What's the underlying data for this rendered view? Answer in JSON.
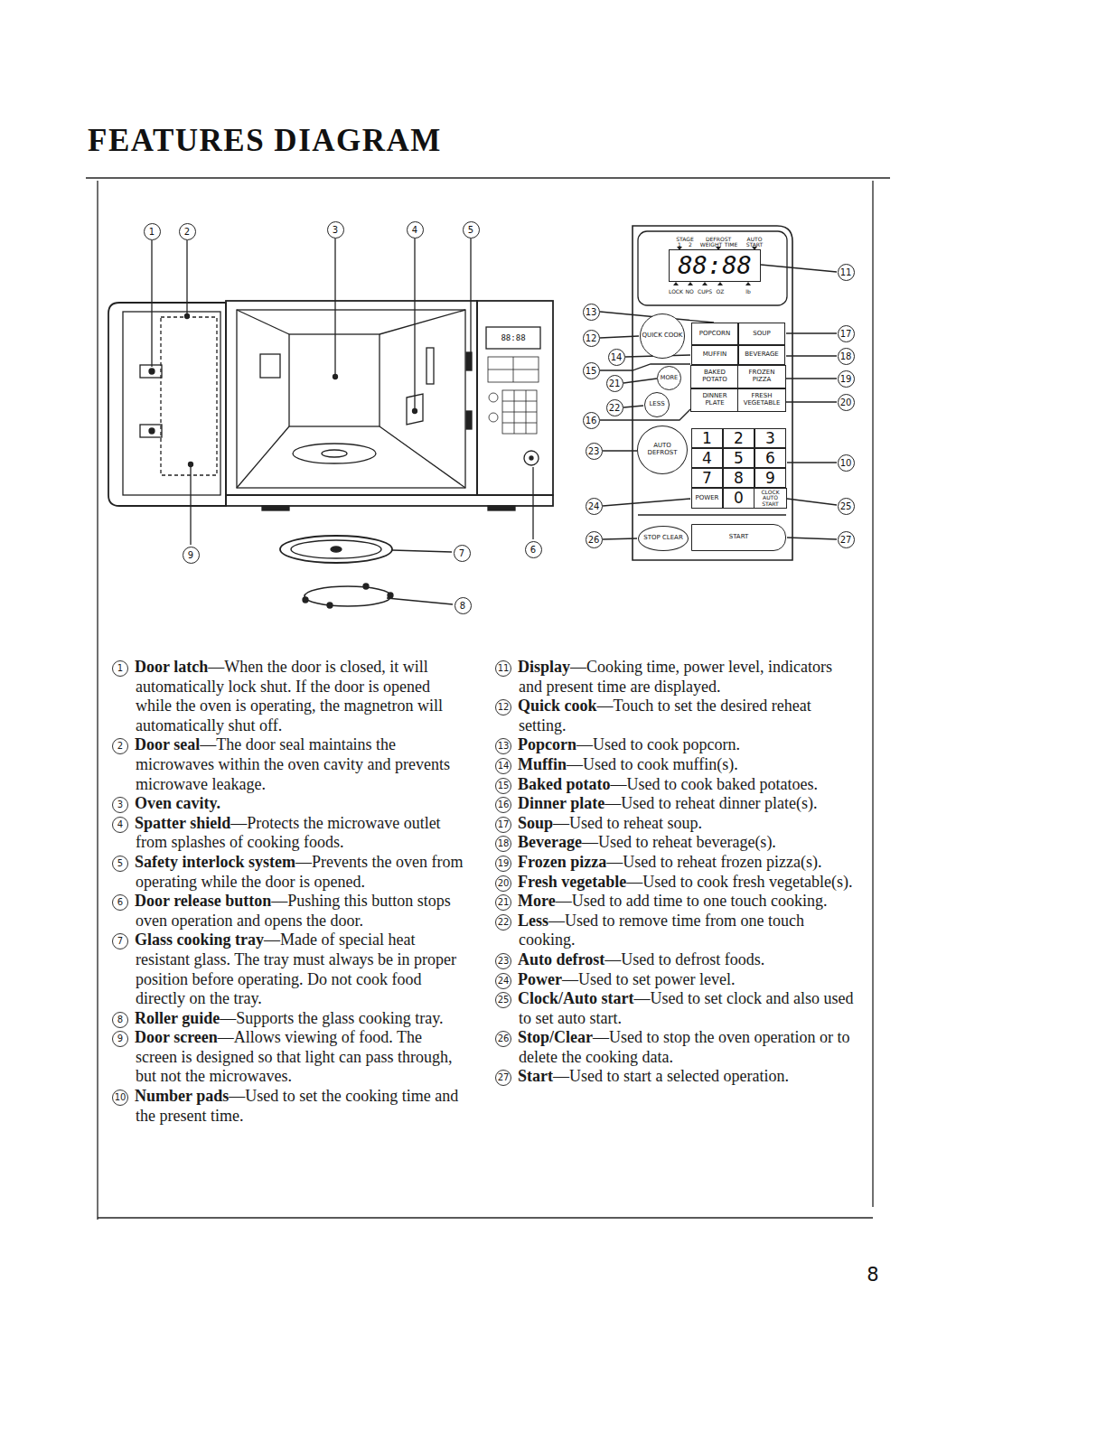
{
  "diagram": {
    "title": "FEATURES DIAGRAM",
    "nodes": [
      {
        "text": [
          "88:88"
        ]
      },
      {
        "text": [
          "QUICK COOK"
        ]
      },
      {
        "text": [
          "POPCORN"
        ]
      },
      {
        "text": [
          "SOUP"
        ]
      },
      {
        "text": [
          "MUFFIN"
        ]
      },
      {
        "text": [
          "BEVERAGE"
        ]
      },
      {
        "text": [
          "MORE"
        ]
      },
      {
        "text": [
          "BAKED POTATO"
        ]
      },
      {
        "text": [
          "FROZEN PIZZA"
        ]
      },
      {
        "text": [
          "LESS"
        ]
      },
      {
        "text": [
          "DINNER PLATE"
        ]
      },
      {
        "text": [
          "FRESH VEGETABLE"
        ]
      },
      {
        "text": [
          "AUTO DEFROST"
        ]
      },
      {
        "text": [
          "1"
        ]
      },
      {
        "text": [
          "2"
        ]
      },
      {
        "text": [
          "3"
        ]
      },
      {
        "text": [
          "4"
        ]
      },
      {
        "text": [
          "5"
        ]
      },
      {
        "text": [
          "6"
        ]
      },
      {
        "text": [
          "7"
        ]
      },
      {
        "text": [
          "8"
        ]
      },
      {
        "text": [
          "9"
        ]
      },
      {
        "text": [
          "POWER"
        ]
      },
      {
        "text": [
          "0"
        ]
      },
      {
        "text": [
          "CLOCK AUTO START"
        ]
      },
      {
        "text": [
          "STOP CLEAR"
        ]
      },
      {
        "text": [
          "START"
        ]
      }
    ],
    "labels": [
      "1",
      "2",
      "3",
      "4",
      "5",
      "9",
      "7",
      "6",
      "8",
      "88:88",
      "11",
      "13",
      "12",
      "14",
      "15",
      "21",
      "22",
      "16",
      "23",
      "24",
      "26",
      "17",
      "18",
      "19",
      "20",
      "10",
      "25",
      "27",
      "STAGE",
      "1",
      "2",
      "DEFROST",
      "WEIGHT",
      "TIME",
      "AUTO",
      "START",
      "LOCK",
      "NO",
      "CUPS",
      "OZ",
      "lb",
      "8",
      "1",
      "Door latch",
      "—When the door is closed, it will automatically lock shut. If the door is opened while the oven is operating, the magnetron will automatically shut off.",
      "2",
      "Door seal",
      "—The door seal maintains the microwaves within the oven cavity and prevents microwave leakage.",
      "3",
      "Oven cavity.",
      "4",
      "Spatter shield",
      "—Protects the microwave outlet from splashes of cooking foods.",
      "5",
      "Safety interlock system",
      "—Prevents the oven from operating while the door is opened.",
      "6",
      "Door release button",
      "—Pushing this button stops oven operation and opens the door.",
      "7",
      "Glass cooking tray",
      "—Made of special heat resistant glass. The tray must always be in proper position before operating. Do not cook food directly on the tray.",
      "8",
      "Roller guide",
      "—Supports the glass cooking tray.",
      "9",
      "Door screen",
      "—Allows viewing of food. The screen is designed so that light can pass through, but not the microwaves.",
      "10",
      "Number pads",
      "—Used to set the cooking time and the present time.",
      "11",
      "Display",
      "—Cooking time, power level, indicators and present time are displayed.",
      "12",
      "Quick cook",
      "—Touch to set the desired reheat setting.",
      "13",
      "Popcorn",
      "—Used to cook popcorn.",
      "14",
      "Muffin",
      "—Used to cook muffin(s).",
      "15",
      "Baked potato",
      "—Used to cook baked potatoes.",
      "16",
      "Dinner plate",
      "—Used to reheat dinner plate(s).",
      "17",
      "Soup",
      "—Used to reheat soup.",
      "18",
      "Beverage",
      "—Used to reheat beverage(s).",
      "19",
      "Frozen pizza",
      "—Used to reheat frozen pizza(s).",
      "20",
      "Fresh vegetable",
      "—Used to cook fresh vegetable(s).",
      "21",
      "More",
      "—Used to add time to one touch cooking.",
      "22",
      "Less",
      "—Used to remove time from one touch cooking.",
      "23",
      "Auto defrost",
      "—Used to defrost foods.",
      "24",
      "Power",
      "—Used to set power level.",
      "25",
      "Clock/Auto start",
      "—Used to set clock and also used to set auto start.",
      "26",
      "Stop/Clear",
      "—Used to stop the oven operation or to delete the cooking data.",
      "27",
      "Start",
      "—Used to start a selected operation."
    ]
  }
}
